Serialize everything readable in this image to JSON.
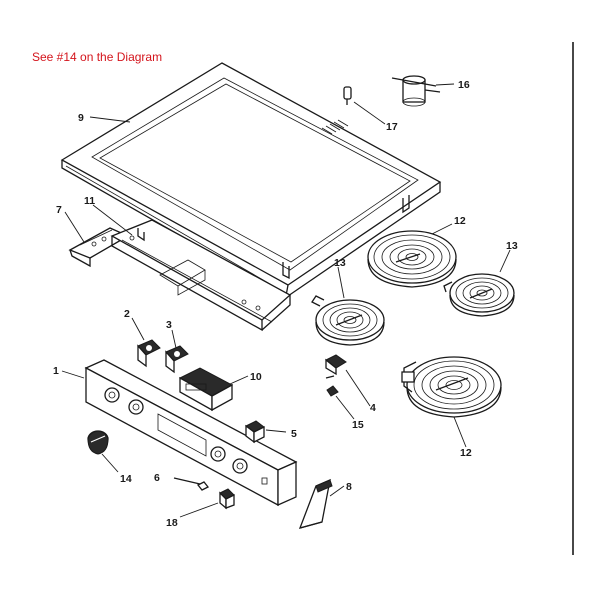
{
  "note": "See #14 on the Diagram",
  "callouts": [
    "1",
    "2",
    "3",
    "4",
    "5",
    "6",
    "7",
    "8",
    "9",
    "10",
    "11",
    "12",
    "12",
    "13",
    "13",
    "14",
    "15",
    "16",
    "17",
    "18"
  ],
  "colors": {
    "note": "#d4141c",
    "line": "#1a1a1a"
  },
  "parts": [
    "control-panel",
    "knob-2",
    "knob-3",
    "bracket-4",
    "switch-5",
    "screw-6",
    "main-top-bracket-7",
    "end-cap-8",
    "cooktop-glass-9",
    "clock-10",
    "rear-frame-11",
    "large-element-12",
    "small-element-13",
    "knob-14",
    "clip-15",
    "limiter-16",
    "lamp-17",
    "switch-18"
  ]
}
